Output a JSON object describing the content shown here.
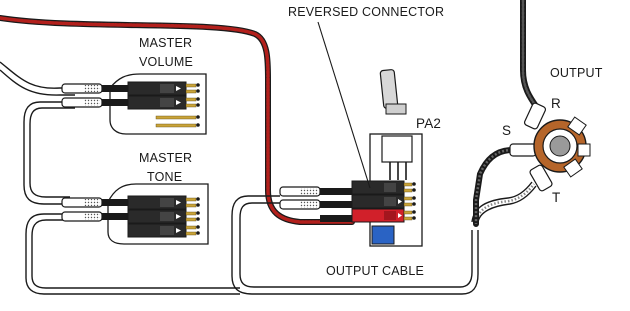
{
  "labels": {
    "reversed_connector": "REVERSED CONNECTOR",
    "master_volume_1": "MASTER",
    "master_volume_2": "VOLUME",
    "master_tone_1": "MASTER",
    "master_tone_2": "TONE",
    "pa2": "PA2",
    "output": "OUTPUT",
    "output_cable": "OUTPUT CABLE",
    "jack_r": "R",
    "jack_s": "S",
    "jack_t": "T"
  },
  "colors": {
    "outline": "#1a1a1a",
    "cable_red": "#b3201c",
    "connector_red": "#d1202a",
    "jack_copper": "#b5652a",
    "pot_blue": "#2a63c4",
    "cable_gray": "#9a9a9a"
  },
  "icons": {
    "master_volume_pot": "potentiometer-board",
    "master_tone_pot": "potentiometer-board",
    "pa2_board": "preamp-board",
    "output_jack": "stereo-jack"
  }
}
